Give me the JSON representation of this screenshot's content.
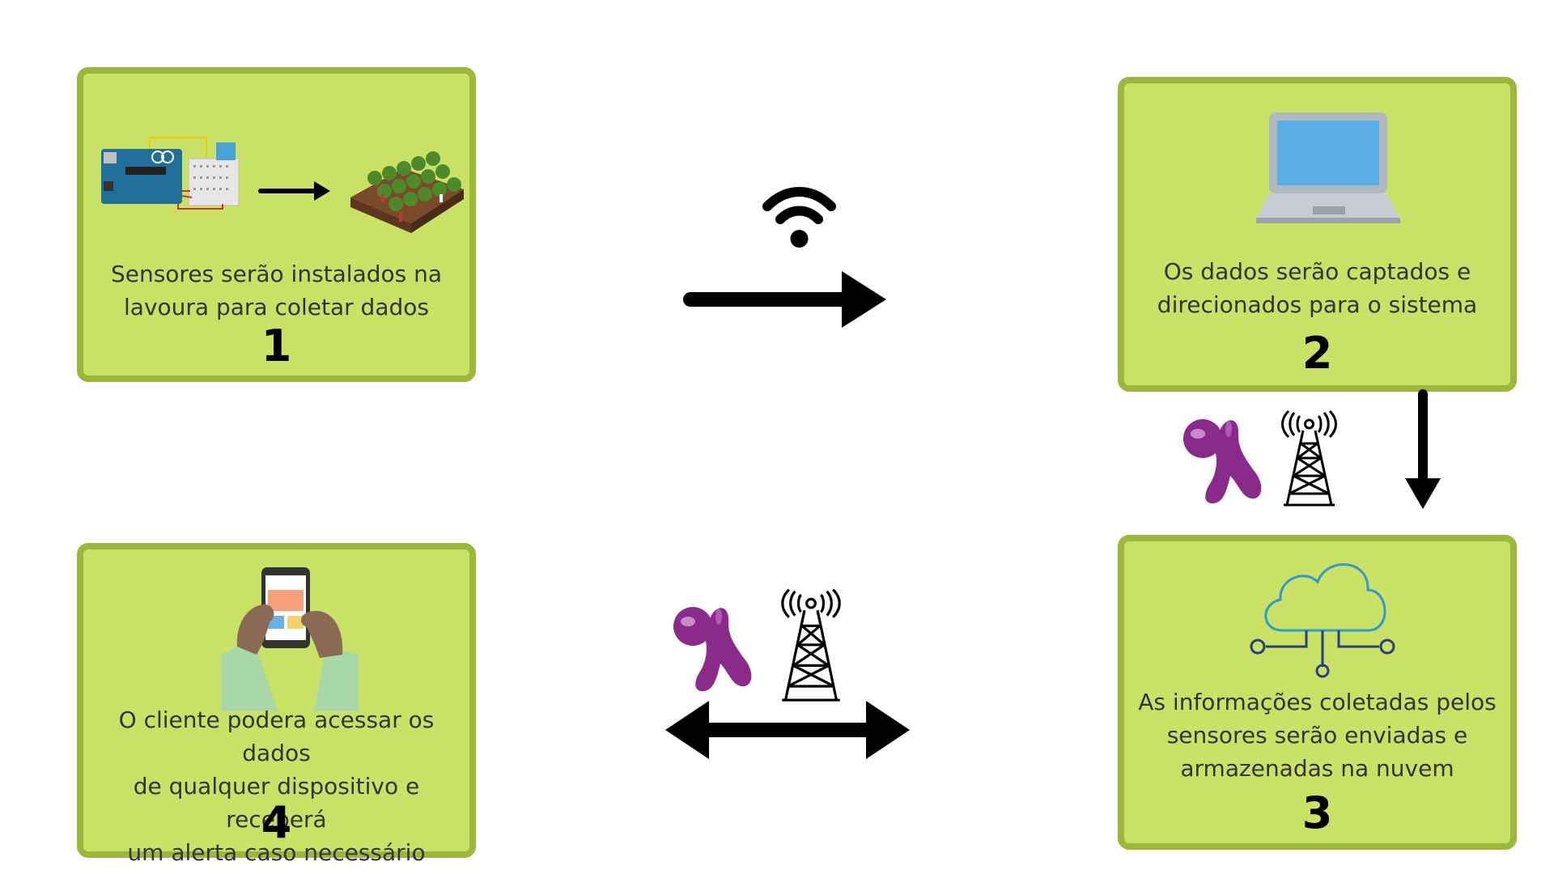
{
  "colors": {
    "box_fill": "#c9e265",
    "box_border": "#9ab83a",
    "arrow": "#000000",
    "figure": "#8a2a8a"
  },
  "steps": [
    {
      "text_lines": [
        "Sensores serão instalados na",
        "lavoura para coletar dados"
      ],
      "number": "1",
      "icons": [
        "arduino-board-icon",
        "crop-field-icon"
      ]
    },
    {
      "text_lines": [
        "Os dados serão captados e",
        "direcionados para o sistema"
      ],
      "number": "2",
      "icons": [
        "laptop-icon"
      ]
    },
    {
      "text_lines": [
        "As informações coletadas pelos",
        "sensores serão enviadas e",
        "armazenadas na nuvem"
      ],
      "number": "3",
      "icons": [
        "cloud-network-icon"
      ]
    },
    {
      "text_lines": [
        "O cliente podera acessar os dados",
        "de qualquer dispositivo e receberá",
        "um alerta caso necessário"
      ],
      "number": "4",
      "icons": [
        "smartphone-hands-icon"
      ]
    }
  ],
  "connectors": [
    {
      "from": "1",
      "to": "2",
      "icons": [
        "wifi-icon",
        "arrow-right-icon"
      ]
    },
    {
      "from": "2",
      "to": "3",
      "icons": [
        "person-figure-icon",
        "antenna-tower-icon",
        "arrow-down-icon"
      ]
    },
    {
      "from": "3",
      "to": "4",
      "icons": [
        "person-figure-icon",
        "antenna-tower-icon",
        "double-arrow-icon"
      ]
    }
  ]
}
